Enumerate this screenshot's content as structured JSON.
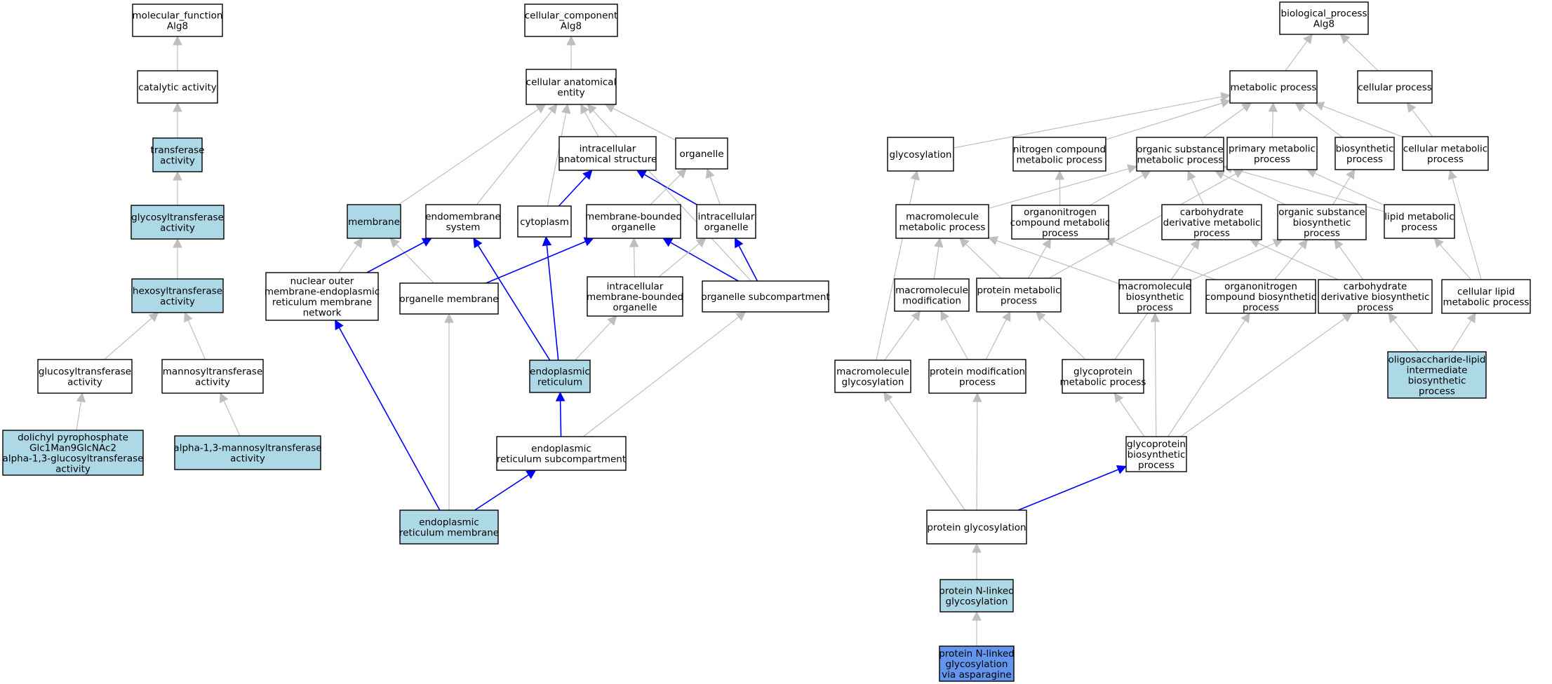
{
  "colors": {
    "node_border": "#000000",
    "node_default_fill": "#ffffff",
    "node_highlight_fill": "#add8e6",
    "node_focus_fill": "#6495ed",
    "edge_gray": "#bebebe",
    "edge_blue": "#0000ff"
  },
  "nodes": [
    {
      "id": "mf_root",
      "lines": [
        "molecular_function",
        "Alg8"
      ],
      "style": "default"
    },
    {
      "id": "catalytic",
      "lines": [
        "catalytic activity"
      ],
      "style": "default"
    },
    {
      "id": "transferase",
      "lines": [
        "transferase",
        "activity"
      ],
      "style": "highlight"
    },
    {
      "id": "glycosyltransferase",
      "lines": [
        "glycosyltransferase",
        "activity"
      ],
      "style": "highlight"
    },
    {
      "id": "hexosyltransferase",
      "lines": [
        "hexosyltransferase",
        "activity"
      ],
      "style": "highlight"
    },
    {
      "id": "glucosyltransferase",
      "lines": [
        "glucosyltransferase",
        "activity"
      ],
      "style": "default"
    },
    {
      "id": "mannosyltransferase",
      "lines": [
        "mannosyltransferase",
        "activity"
      ],
      "style": "default"
    },
    {
      "id": "dolichyl",
      "lines": [
        "dolichyl pyrophosphate",
        "Glc1Man9GlcNAc2",
        "alpha-1,3-glucosyltransferase",
        "activity"
      ],
      "style": "highlight"
    },
    {
      "id": "alpha13",
      "lines": [
        "alpha-1,3-mannosyltransferase",
        "activity"
      ],
      "style": "highlight"
    },
    {
      "id": "cc_root",
      "lines": [
        "cellular_component",
        "Alg8"
      ],
      "style": "default"
    },
    {
      "id": "cae",
      "lines": [
        "cellular anatomical",
        "entity"
      ],
      "style": "default"
    },
    {
      "id": "ias",
      "lines": [
        "intracellular",
        "anatomical structure"
      ],
      "style": "default"
    },
    {
      "id": "organelle",
      "lines": [
        "organelle"
      ],
      "style": "default"
    },
    {
      "id": "membrane",
      "lines": [
        "membrane"
      ],
      "style": "highlight"
    },
    {
      "id": "endomembrane",
      "lines": [
        "endomembrane",
        "system"
      ],
      "style": "default"
    },
    {
      "id": "cytoplasm",
      "lines": [
        "cytoplasm"
      ],
      "style": "default"
    },
    {
      "id": "mbo",
      "lines": [
        "membrane-bounded",
        "organelle"
      ],
      "style": "default"
    },
    {
      "id": "io",
      "lines": [
        "intracellular",
        "organelle"
      ],
      "style": "default"
    },
    {
      "id": "nuclear",
      "lines": [
        "nuclear outer",
        "membrane-endoplasmic",
        "reticulum membrane",
        "network"
      ],
      "style": "default"
    },
    {
      "id": "orgmem",
      "lines": [
        "organelle membrane"
      ],
      "style": "default"
    },
    {
      "id": "imbo",
      "lines": [
        "intracellular",
        "membrane-bounded",
        "organelle"
      ],
      "style": "default"
    },
    {
      "id": "orgsub",
      "lines": [
        "organelle subcompartment"
      ],
      "style": "default"
    },
    {
      "id": "er",
      "lines": [
        "endoplasmic",
        "reticulum"
      ],
      "style": "highlight"
    },
    {
      "id": "ersub",
      "lines": [
        "endoplasmic",
        "reticulum subcompartment"
      ],
      "style": "default"
    },
    {
      "id": "ermem",
      "lines": [
        "endoplasmic",
        "reticulum membrane"
      ],
      "style": "highlight"
    },
    {
      "id": "bp_root",
      "lines": [
        "biological_process",
        "Alg8"
      ],
      "style": "default"
    },
    {
      "id": "metabolic",
      "lines": [
        "metabolic process"
      ],
      "style": "default"
    },
    {
      "id": "cellproc",
      "lines": [
        "cellular process"
      ],
      "style": "default"
    },
    {
      "id": "glycosylation",
      "lines": [
        "glycosylation"
      ],
      "style": "default"
    },
    {
      "id": "ncmp",
      "lines": [
        "nitrogen compound",
        "metabolic process"
      ],
      "style": "default"
    },
    {
      "id": "osmp",
      "lines": [
        "organic substance",
        "metabolic process"
      ],
      "style": "default"
    },
    {
      "id": "pmp",
      "lines": [
        "primary metabolic",
        "process"
      ],
      "style": "default"
    },
    {
      "id": "biosyn",
      "lines": [
        "biosynthetic",
        "process"
      ],
      "style": "default"
    },
    {
      "id": "cmp",
      "lines": [
        "cellular metabolic",
        "process"
      ],
      "style": "default"
    },
    {
      "id": "macromp",
      "lines": [
        "macromolecule",
        "metabolic process"
      ],
      "style": "default"
    },
    {
      "id": "oncmp",
      "lines": [
        "organonitrogen",
        "compound metabolic",
        "process"
      ],
      "style": "default"
    },
    {
      "id": "cdmp",
      "lines": [
        "carbohydrate",
        "derivative metabolic",
        "process"
      ],
      "style": "default"
    },
    {
      "id": "osbp",
      "lines": [
        "organic substance",
        "biosynthetic",
        "process"
      ],
      "style": "default"
    },
    {
      "id": "lmp",
      "lines": [
        "lipid metabolic",
        "process"
      ],
      "style": "default"
    },
    {
      "id": "macromod",
      "lines": [
        "macromolecule",
        "modification"
      ],
      "style": "default"
    },
    {
      "id": "protmp",
      "lines": [
        "protein metabolic",
        "process"
      ],
      "style": "default"
    },
    {
      "id": "macrobp",
      "lines": [
        "macromolecule",
        "biosynthetic",
        "process"
      ],
      "style": "default"
    },
    {
      "id": "oncbp",
      "lines": [
        "organonitrogen",
        "compound biosynthetic",
        "process"
      ],
      "style": "default"
    },
    {
      "id": "cdbp",
      "lines": [
        "carbohydrate",
        "derivative biosynthetic",
        "process"
      ],
      "style": "default"
    },
    {
      "id": "clmp",
      "lines": [
        "cellular lipid",
        "metabolic process"
      ],
      "style": "default"
    },
    {
      "id": "olibp",
      "lines": [
        "oligosaccharide-lipid",
        "intermediate",
        "biosynthetic",
        "process"
      ],
      "style": "highlight"
    },
    {
      "id": "macroglyc",
      "lines": [
        "macromolecule",
        "glycosylation"
      ],
      "style": "default"
    },
    {
      "id": "pmodp",
      "lines": [
        "protein modification",
        "process"
      ],
      "style": "default"
    },
    {
      "id": "gpmp",
      "lines": [
        "glycoprotein",
        "metabolic process"
      ],
      "style": "default"
    },
    {
      "id": "gpbp",
      "lines": [
        "glycoprotein",
        "biosynthetic",
        "process"
      ],
      "style": "default"
    },
    {
      "id": "protglyc",
      "lines": [
        "protein glycosylation"
      ],
      "style": "default"
    },
    {
      "id": "pnlg",
      "lines": [
        "protein N-linked",
        "glycosylation"
      ],
      "style": "highlight"
    },
    {
      "id": "pnlgasn",
      "lines": [
        "protein N-linked",
        "glycosylation",
        "via asparagine"
      ],
      "style": "focus"
    }
  ],
  "edges": [
    {
      "from": "catalytic",
      "to": "mf_root",
      "kind": "is_a"
    },
    {
      "from": "transferase",
      "to": "catalytic",
      "kind": "is_a"
    },
    {
      "from": "glycosyltransferase",
      "to": "transferase",
      "kind": "is_a"
    },
    {
      "from": "hexosyltransferase",
      "to": "glycosyltransferase",
      "kind": "is_a"
    },
    {
      "from": "glucosyltransferase",
      "to": "hexosyltransferase",
      "kind": "is_a"
    },
    {
      "from": "mannosyltransferase",
      "to": "hexosyltransferase",
      "kind": "is_a"
    },
    {
      "from": "dolichyl",
      "to": "glucosyltransferase",
      "kind": "is_a"
    },
    {
      "from": "alpha13",
      "to": "mannosyltransferase",
      "kind": "is_a"
    },
    {
      "from": "cae",
      "to": "cc_root",
      "kind": "is_a"
    },
    {
      "from": "ias",
      "to": "cae",
      "kind": "is_a"
    },
    {
      "from": "organelle",
      "to": "cae",
      "kind": "is_a"
    },
    {
      "from": "membrane",
      "to": "cae",
      "kind": "is_a"
    },
    {
      "from": "endomembrane",
      "to": "cae",
      "kind": "is_a"
    },
    {
      "from": "cytoplasm",
      "to": "cae",
      "kind": "is_a"
    },
    {
      "from": "orgsub",
      "to": "cae",
      "kind": "is_a"
    },
    {
      "from": "cytoplasm",
      "to": "ias",
      "kind": "part_of"
    },
    {
      "from": "io",
      "to": "ias",
      "kind": "part_of"
    },
    {
      "from": "mbo",
      "to": "organelle",
      "kind": "is_a"
    },
    {
      "from": "io",
      "to": "organelle",
      "kind": "is_a"
    },
    {
      "from": "nuclear",
      "to": "membrane",
      "kind": "is_a"
    },
    {
      "from": "orgmem",
      "to": "membrane",
      "kind": "is_a"
    },
    {
      "from": "nuclear",
      "to": "endomembrane",
      "kind": "part_of"
    },
    {
      "from": "er",
      "to": "endomembrane",
      "kind": "part_of"
    },
    {
      "from": "er",
      "to": "cytoplasm",
      "kind": "part_of"
    },
    {
      "from": "orgmem",
      "to": "mbo",
      "kind": "part_of"
    },
    {
      "from": "imbo",
      "to": "mbo",
      "kind": "is_a"
    },
    {
      "from": "orgsub",
      "to": "mbo",
      "kind": "part_of"
    },
    {
      "from": "imbo",
      "to": "io",
      "kind": "is_a"
    },
    {
      "from": "orgsub",
      "to": "io",
      "kind": "part_of"
    },
    {
      "from": "ermem",
      "to": "nuclear",
      "kind": "part_of"
    },
    {
      "from": "ermem",
      "to": "orgmem",
      "kind": "is_a"
    },
    {
      "from": "er",
      "to": "imbo",
      "kind": "is_a"
    },
    {
      "from": "ersub",
      "to": "orgsub",
      "kind": "is_a"
    },
    {
      "from": "ersub",
      "to": "er",
      "kind": "part_of"
    },
    {
      "from": "ermem",
      "to": "ersub",
      "kind": "part_of"
    },
    {
      "from": "metabolic",
      "to": "bp_root",
      "kind": "is_a"
    },
    {
      "from": "cellproc",
      "to": "bp_root",
      "kind": "is_a"
    },
    {
      "from": "glycosylation",
      "to": "metabolic",
      "kind": "is_a"
    },
    {
      "from": "ncmp",
      "to": "metabolic",
      "kind": "is_a"
    },
    {
      "from": "osmp",
      "to": "metabolic",
      "kind": "is_a"
    },
    {
      "from": "pmp",
      "to": "metabolic",
      "kind": "is_a"
    },
    {
      "from": "biosyn",
      "to": "metabolic",
      "kind": "is_a"
    },
    {
      "from": "cmp",
      "to": "metabolic",
      "kind": "is_a"
    },
    {
      "from": "cmp",
      "to": "cellproc",
      "kind": "is_a"
    },
    {
      "from": "macromp",
      "to": "osmp",
      "kind": "is_a"
    },
    {
      "from": "oncmp",
      "to": "ncmp",
      "kind": "is_a"
    },
    {
      "from": "oncmp",
      "to": "osmp",
      "kind": "is_a"
    },
    {
      "from": "cdmp",
      "to": "osmp",
      "kind": "is_a"
    },
    {
      "from": "osbp",
      "to": "osmp",
      "kind": "is_a"
    },
    {
      "from": "osbp",
      "to": "biosyn",
      "kind": "is_a"
    },
    {
      "from": "lmp",
      "to": "osmp",
      "kind": "is_a"
    },
    {
      "from": "lmp",
      "to": "pmp",
      "kind": "is_a"
    },
    {
      "from": "macromod",
      "to": "macromp",
      "kind": "is_a"
    },
    {
      "from": "protmp",
      "to": "macromp",
      "kind": "is_a"
    },
    {
      "from": "protmp",
      "to": "oncmp",
      "kind": "is_a"
    },
    {
      "from": "protmp",
      "to": "pmp",
      "kind": "is_a"
    },
    {
      "from": "macrobp",
      "to": "macromp",
      "kind": "is_a"
    },
    {
      "from": "macrobp",
      "to": "osbp",
      "kind": "is_a"
    },
    {
      "from": "oncbp",
      "to": "oncmp",
      "kind": "is_a"
    },
    {
      "from": "oncbp",
      "to": "osbp",
      "kind": "is_a"
    },
    {
      "from": "cdbp",
      "to": "cdmp",
      "kind": "is_a"
    },
    {
      "from": "cdbp",
      "to": "osbp",
      "kind": "is_a"
    },
    {
      "from": "clmp",
      "to": "lmp",
      "kind": "is_a"
    },
    {
      "from": "clmp",
      "to": "cmp",
      "kind": "is_a"
    },
    {
      "from": "olibp",
      "to": "cdbp",
      "kind": "is_a"
    },
    {
      "from": "olibp",
      "to": "clmp",
      "kind": "is_a"
    },
    {
      "from": "macroglyc",
      "to": "glycosylation",
      "kind": "is_a"
    },
    {
      "from": "macroglyc",
      "to": "macromod",
      "kind": "is_a"
    },
    {
      "from": "pmodp",
      "to": "macromod",
      "kind": "is_a"
    },
    {
      "from": "pmodp",
      "to": "protmp",
      "kind": "is_a"
    },
    {
      "from": "gpmp",
      "to": "protmp",
      "kind": "is_a"
    },
    {
      "from": "gpmp",
      "to": "cdmp",
      "kind": "is_a"
    },
    {
      "from": "gpbp",
      "to": "gpmp",
      "kind": "is_a"
    },
    {
      "from": "gpbp",
      "to": "macrobp",
      "kind": "is_a"
    },
    {
      "from": "gpbp",
      "to": "oncbp",
      "kind": "is_a"
    },
    {
      "from": "gpbp",
      "to": "cdbp",
      "kind": "is_a"
    },
    {
      "from": "protglyc",
      "to": "macroglyc",
      "kind": "is_a"
    },
    {
      "from": "protglyc",
      "to": "pmodp",
      "kind": "is_a"
    },
    {
      "from": "protglyc",
      "to": "gpbp",
      "kind": "part_of"
    },
    {
      "from": "pnlg",
      "to": "protglyc",
      "kind": "is_a"
    },
    {
      "from": "pnlgasn",
      "to": "pnlg",
      "kind": "is_a"
    }
  ]
}
